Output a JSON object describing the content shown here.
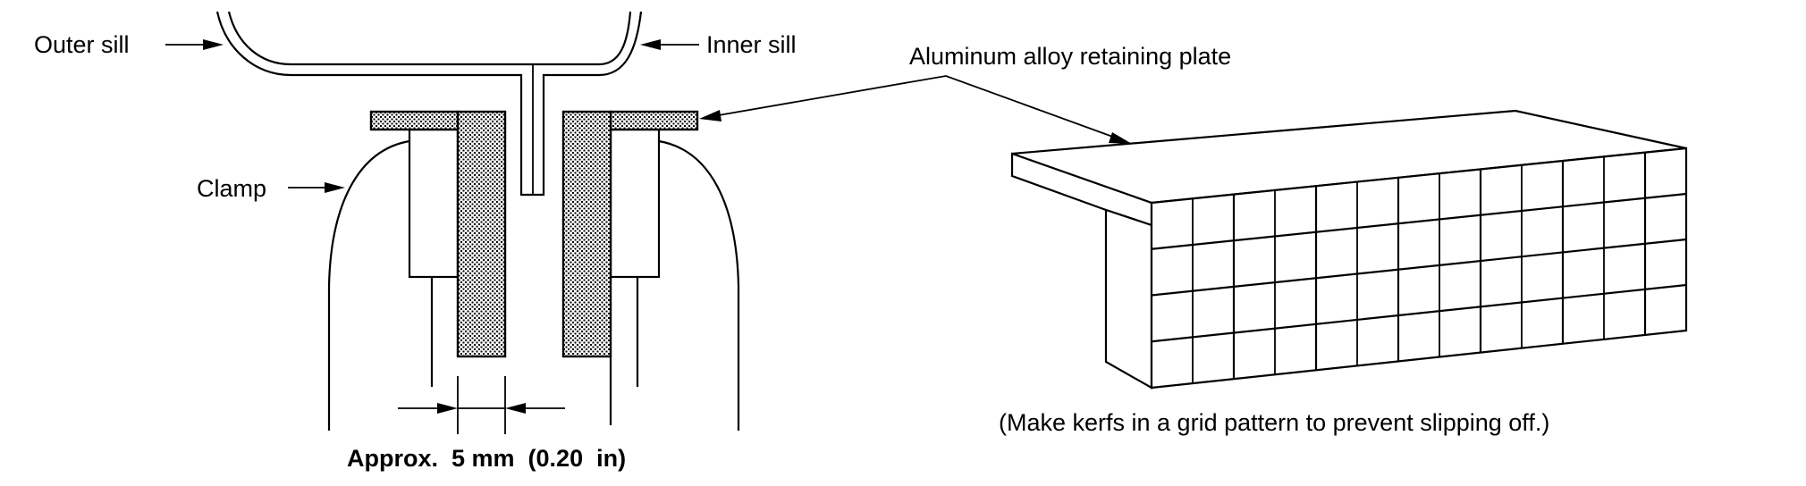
{
  "figure": {
    "title": "Sill clamp with aluminum alloy retaining plates",
    "labels": {
      "outer_sill": "Outer sill",
      "inner_sill": "Inner sill",
      "clamp": "Clamp",
      "retaining_plate": "Aluminum alloy retaining plate",
      "gap_dimension": "Approx.  5 mm  (0.20  in)",
      "kerf_note": "(Make kerfs in a grid pattern to prevent slipping off.)"
    },
    "plate_grid": {
      "columns": 13,
      "rows": 4
    },
    "colors": {
      "line": "#000000",
      "background": "#ffffff",
      "hatch": "#000000"
    }
  }
}
